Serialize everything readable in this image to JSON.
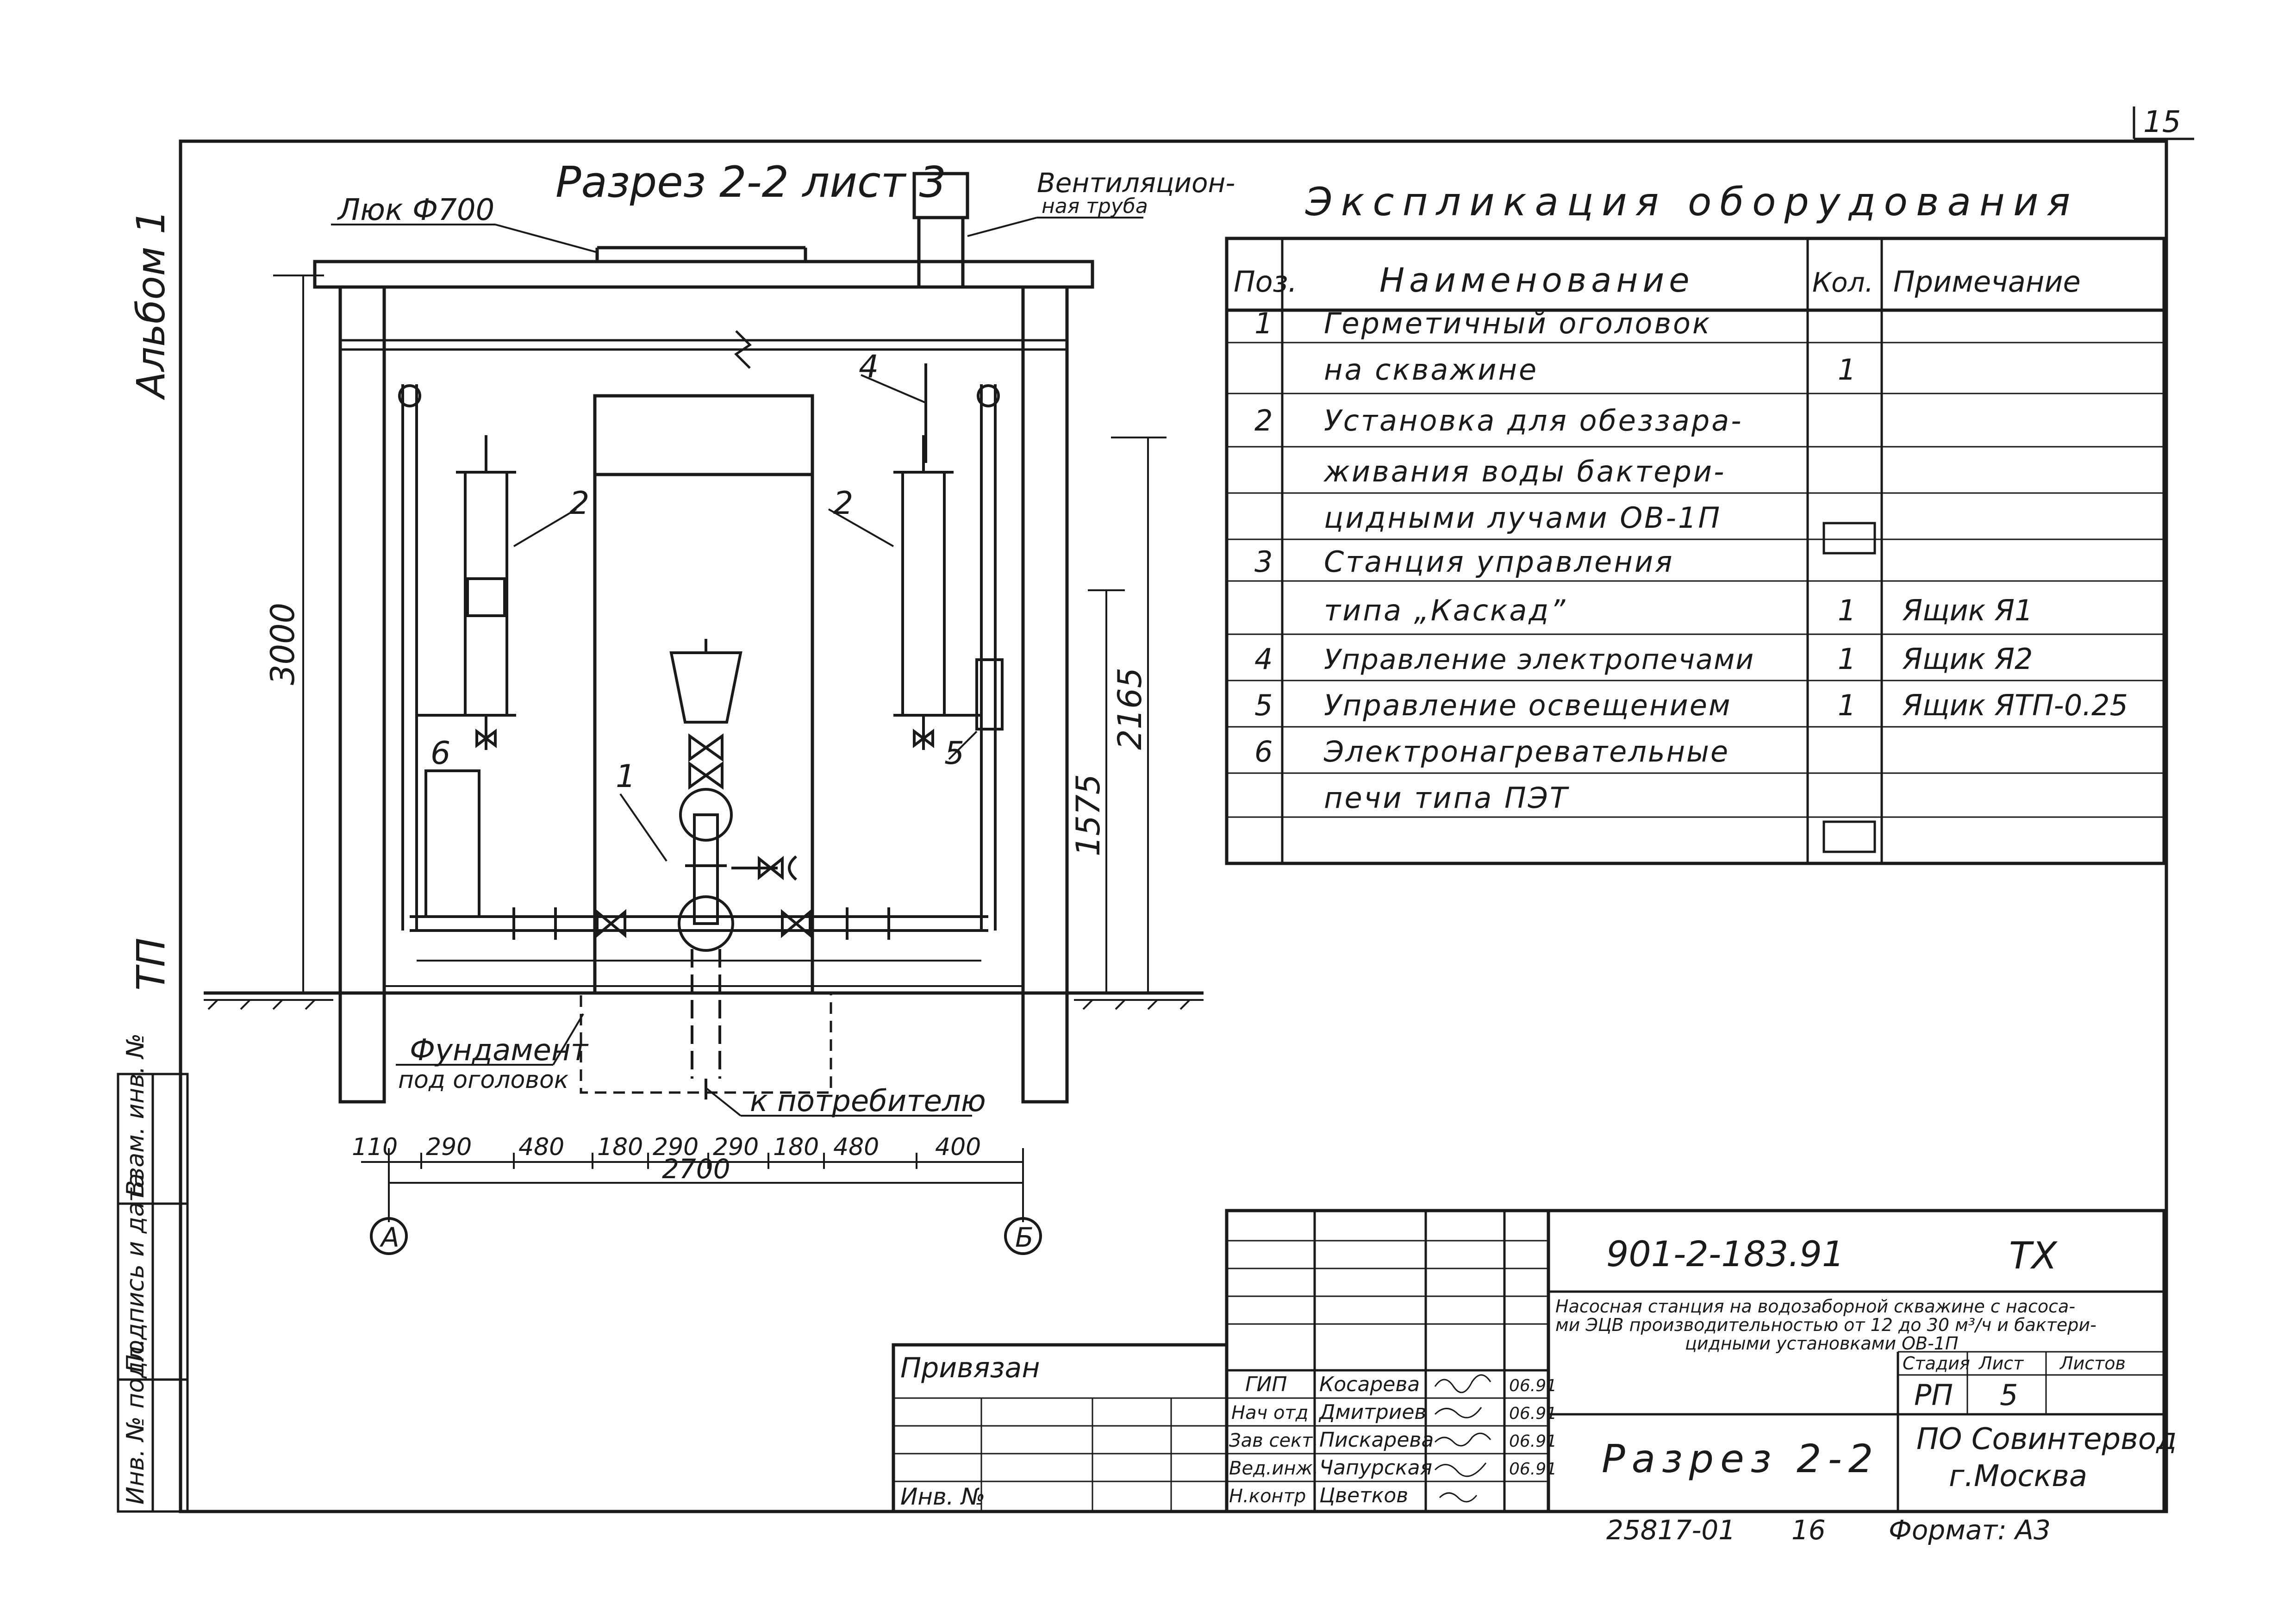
{
  "sheet": {
    "page_number": "15",
    "album_label": "Альбом 1",
    "section_code": "ТП"
  },
  "section": {
    "title": "Разрез 2-2 лист 3",
    "hatch_label": "Люк Ф700",
    "vent_label_line1": "Вентиляцион-",
    "vent_label_line2": "ная труба",
    "foundation_label_line1": "Фундамент",
    "foundation_label_line2": "под оголовок",
    "consumer_label": "к потребителю",
    "height_total": "3000",
    "height_2165": "2165",
    "height_1575": "1575",
    "position_labels": [
      "1",
      "2",
      "2",
      "4",
      "5",
      "6"
    ],
    "axis_a": "А",
    "axis_b": "Б",
    "dims": [
      "110",
      "290",
      "480",
      "180",
      "290",
      "290",
      "180",
      "480",
      "400"
    ],
    "dim_total": "2700"
  },
  "explication": {
    "title": "Экспликация оборудования",
    "headers": [
      "Поз.",
      "Наименование",
      "Кол.",
      "Примечание"
    ],
    "rows": [
      [
        "1",
        "Герметичный оголовок",
        "",
        ""
      ],
      [
        "",
        "на скважине",
        "1",
        ""
      ],
      [
        "2",
        "Установка для обеззара-",
        "",
        ""
      ],
      [
        "",
        "живания воды бактери-",
        "",
        ""
      ],
      [
        "",
        "цидными лучами ОВ-1П",
        "",
        ""
      ],
      [
        "3",
        "Станция управления",
        "",
        ""
      ],
      [
        "",
        "типа „Каскад”",
        "1",
        "Ящик Я1"
      ],
      [
        "4",
        "Управление электропечами",
        "1",
        "Ящик Я2"
      ],
      [
        "5",
        "Управление освещением",
        "1",
        "Ящик ЯТП-0.25"
      ],
      [
        "6",
        "Электронагревательные",
        "",
        ""
      ],
      [
        "",
        "печи типа ПЭТ",
        "",
        ""
      ]
    ]
  },
  "side_stamp": {
    "labels": [
      "Инв. № подл.",
      "Подпись и дата",
      "Взам. инв. №"
    ]
  },
  "title_block": {
    "doc_code": "901-2-183.91",
    "mark": "ТХ",
    "description_line1": "Насосная станция на водозаборной скважине с насоса-",
    "description_line2": "ми ЭЦВ производительностью от 12 до 30 м³/ч и бактери-",
    "description_line3": "цидными установками ОВ-1П",
    "stage_header": "Стадия",
    "sheet_header": "Лист",
    "sheets_header": "Листов",
    "stage_value": "РП",
    "sheet_value": "5",
    "drawing_name": "Разрез 2-2",
    "organization_line1": "ПО Совинтервод",
    "organization_line2": "г.Москва",
    "bound_label": "Привязан",
    "inv_label": "Инв. №",
    "roles": [
      "ГИП",
      "Нач отд",
      "Зав сект.",
      "Вед.инж.",
      "Н.контр"
    ],
    "names": [
      "Косарева",
      "Дмитриев",
      "Пискарева",
      "Чапурская",
      "Цветков"
    ],
    "dates": [
      "06.91",
      "06.91",
      "06.91",
      "06.91",
      ""
    ],
    "footer_number": "25817-01",
    "footer_sheet": "16",
    "format_label": "Формат: А3"
  }
}
